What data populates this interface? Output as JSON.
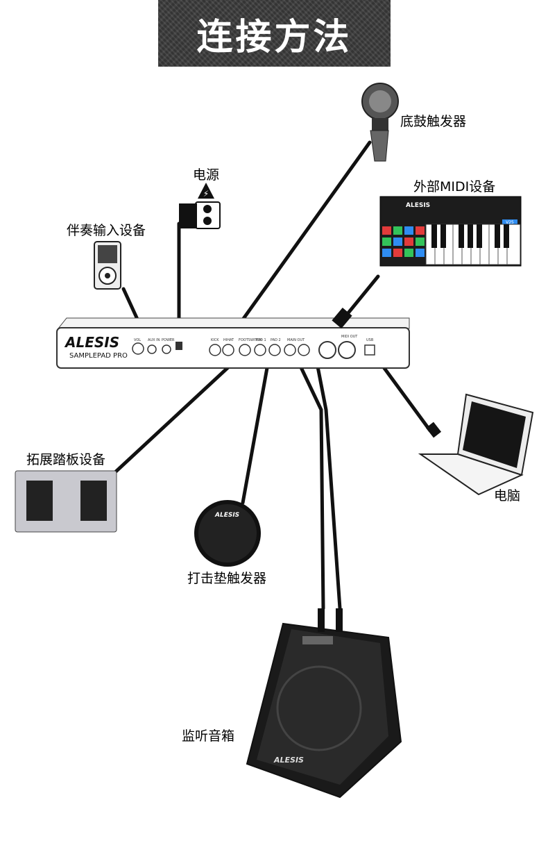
{
  "title": "连接方法",
  "brand": "ALESIS",
  "model": "SAMPLEPAD PRO",
  "keyboard_badge": "V25",
  "labels": {
    "kick_trigger": "底鼓触发器",
    "power": "电源",
    "midi_device": "外部MIDI设备",
    "aux_input": "伴奏输入设备",
    "footswitch": "拓展踏板设备",
    "computer": "电脑",
    "pad_trigger": "打击垫触发器",
    "monitor": "监听音箱"
  },
  "jacks": {
    "vol": "VOL",
    "aux_in": "AUX IN",
    "power": "POWER",
    "kick": "KICK",
    "hihat": "HIHAT",
    "footswitch": "FOOTSWITCH",
    "pad1": "PAD 1",
    "pad2": "PAD 2",
    "main_out": "MAIN OUT",
    "midi_out": "MIDI OUT",
    "usb": "USB"
  },
  "colors": {
    "header_bg": "#3b3b3b",
    "cable": "#111111",
    "device_body": "#ffffff",
    "pedal_bg": "#c9c9cf",
    "pad_colors": [
      "#e23b3b",
      "#33c35a",
      "#2f8df2"
    ]
  }
}
